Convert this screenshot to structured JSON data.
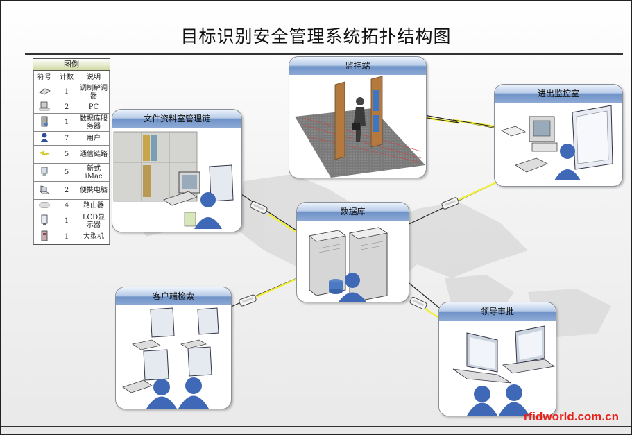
{
  "title": "目标识别安全管理系统拓扑结构图",
  "legend": {
    "title": "图例",
    "headers": [
      "符号",
      "计数",
      "说明"
    ],
    "rows": [
      {
        "icon": "modem-icon",
        "count": "1",
        "desc": "调制解调器"
      },
      {
        "icon": "pc-icon",
        "count": "2",
        "desc": "PC"
      },
      {
        "icon": "database-server-icon",
        "count": "1",
        "desc": "数据库服务器"
      },
      {
        "icon": "user-icon",
        "count": "7",
        "desc": "用户"
      },
      {
        "icon": "comm-link-icon",
        "count": "5",
        "desc": "通信链路"
      },
      {
        "icon": "imac-icon",
        "count": "5",
        "desc": "新式iMac"
      },
      {
        "icon": "laptop-icon",
        "count": "2",
        "desc": "便携电脑"
      },
      {
        "icon": "router-icon",
        "count": "4",
        "desc": "路由器"
      },
      {
        "icon": "lcd-monitor-icon",
        "count": "1",
        "desc": "LCD显示器"
      },
      {
        "icon": "mainframe-icon",
        "count": "1",
        "desc": "大型机"
      }
    ]
  },
  "nodes": {
    "monitor_terminal": "监控端",
    "entry_exit_room": "进出监控室",
    "file_room": "文件资料室管理链",
    "database": "数据库",
    "client_search": "客户端检索",
    "leader_approval": "领导审批"
  },
  "colors": {
    "tab_blue": "#6f93c8",
    "link_yellow": "#f2ef3a",
    "watermark_red": "#e8221a"
  },
  "watermark": "rfidworld.com.cn"
}
